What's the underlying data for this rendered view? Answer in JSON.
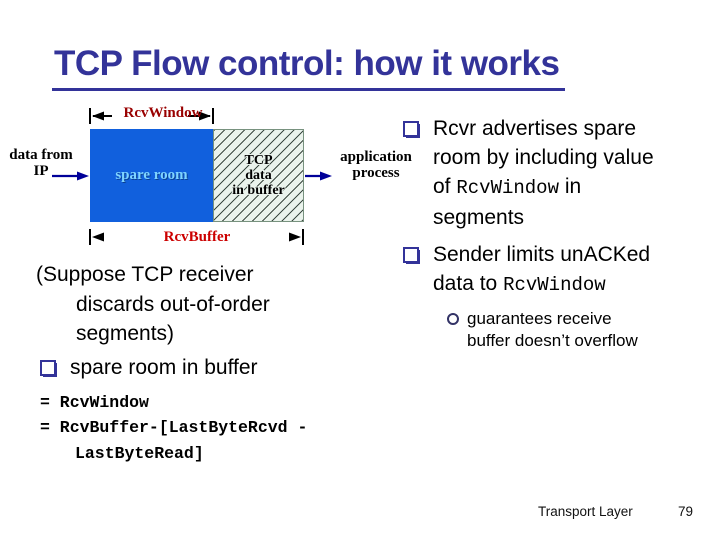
{
  "title": "TCP Flow control: how it works",
  "diagram": {
    "rcvwindow_label": "RcvWindow",
    "rcvbuffer_label": "RcvBuffer",
    "spare_room_label": "spare room",
    "tcp_data": {
      "l1": "TCP",
      "l2": "data",
      "l3": "in buffer"
    },
    "data_from": {
      "l1": "data from",
      "l2": "IP"
    },
    "app_process": {
      "l1": "application",
      "l2": "process"
    },
    "colors": {
      "title": "#333399",
      "spare_fill": "#1160dd",
      "spare_text": "#7fd4ff",
      "hatch_bg": "#eaf3ec",
      "rcvwindow_label": "#990000",
      "rcvbuffer_label": "#cc0000",
      "data_arrow": "#000099",
      "dimension_lines": "#000000"
    }
  },
  "right": {
    "bullet1": {
      "l1": "Rcvr advertises spare",
      "l2": "room by including value",
      "l3_pre": "of ",
      "l3_mono": "RcvWindow",
      "l3_post": " in",
      "l4": "segments"
    },
    "bullet2": {
      "l1": "Sender limits unACKed",
      "l2_pre": "data to ",
      "l2_mono": "RcvWindow"
    },
    "sub1": {
      "l1": "guarantees receive",
      "l2": "buffer doesn’t overflow"
    }
  },
  "left": {
    "suppose": {
      "l1": "(Suppose TCP receiver",
      "l2": "discards out-of-order",
      "l3": "segments)"
    },
    "bullet1": "spare room in buffer",
    "code": {
      "l1": "= RcvWindow",
      "l2": "= RcvBuffer-[LastByteRcvd -",
      "l3": "LastByteRead]"
    }
  },
  "footer": {
    "label": "Transport Layer",
    "page": "79"
  }
}
